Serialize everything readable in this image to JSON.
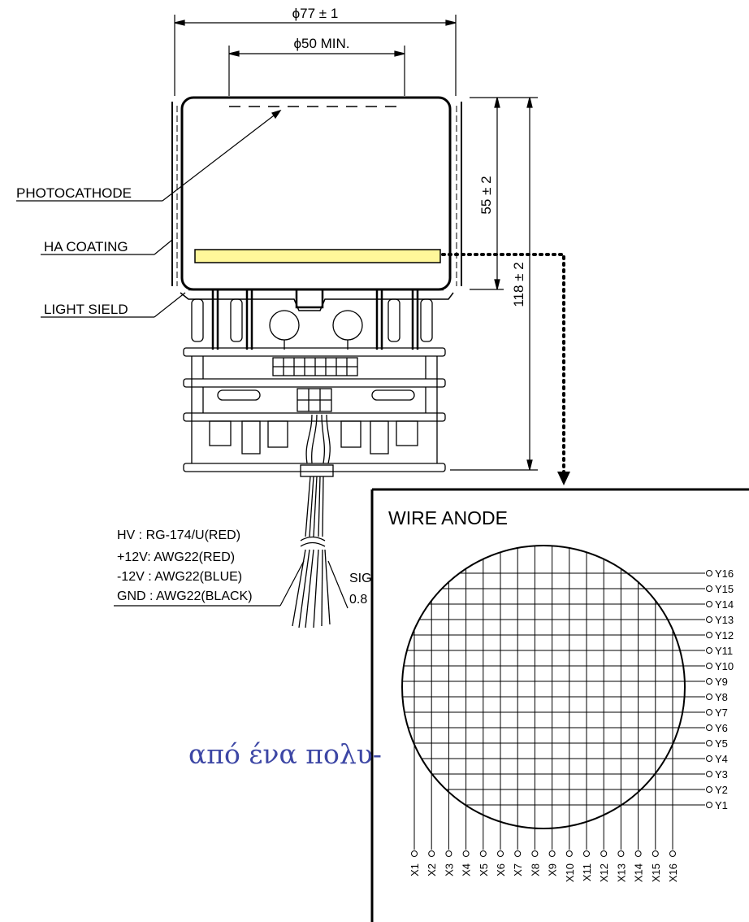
{
  "dimensions": {
    "outer_diameter": "ϕ77 ± 1",
    "effective_diameter": "ϕ50 MIN.",
    "height_tube": "55 ± 2",
    "height_total": "118 ± 2"
  },
  "labels": {
    "photocathode": "PHOTOCATHODE",
    "ha_coating": "HA COATING",
    "light_shield": "LIGHT SIELD"
  },
  "cables": [
    "HV   : RG-174/U(RED)",
    "+12V: AWG22(RED)",
    "-12V : AWG22(BLUE)",
    "GND : AWG22(BLACK)"
  ],
  "signal_label": [
    "SIG",
    "0.8"
  ],
  "anode_panel": {
    "title": "WIRE ANODE",
    "y_labels": [
      "Y16",
      "Y15",
      "Y14",
      "Y13",
      "Y12",
      "Y11",
      "Y10",
      "Y9",
      "Y8",
      "Y7",
      "Y6",
      "Y5",
      "Y4",
      "Y3",
      "Y2",
      "Y1"
    ],
    "x_labels": [
      "X1",
      "X2",
      "X3",
      "X4",
      "X5",
      "X6",
      "X7",
      "X8",
      "X9",
      "X10",
      "X11",
      "X12",
      "X13",
      "X14",
      "X15",
      "X16"
    ]
  },
  "greek_text": "από ένα πολυ-",
  "colors": {
    "anode_strip": "#fff79a",
    "greek_text": "#3d47a5"
  }
}
